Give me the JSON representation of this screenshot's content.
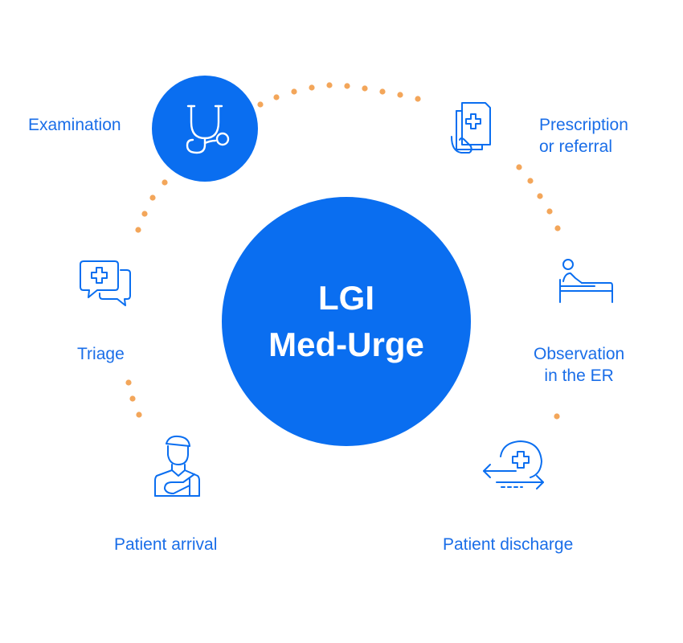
{
  "center": {
    "line1": "LGI",
    "line2": "Med-Urge"
  },
  "steps": [
    {
      "id": "examination",
      "label": "Examination",
      "icon": "stethoscope-icon"
    },
    {
      "id": "prescription",
      "line1": "Prescription",
      "line2": "or referral",
      "icon": "prescription-icon"
    },
    {
      "id": "observation",
      "line1": "Observation",
      "line2": "in the ER",
      "icon": "hospital-bed-icon"
    },
    {
      "id": "discharge",
      "label": "Patient discharge",
      "icon": "discharge-arrows-icon"
    },
    {
      "id": "arrival",
      "label": "Patient arrival",
      "icon": "injured-patient-icon"
    },
    {
      "id": "triage",
      "label": "Triage",
      "icon": "chat-cross-icon"
    }
  ],
  "colors": {
    "primary": "#0a6ef0",
    "text": "#1a6ee8",
    "dots": "#f3a65a",
    "icon_white": "#ffffff"
  }
}
